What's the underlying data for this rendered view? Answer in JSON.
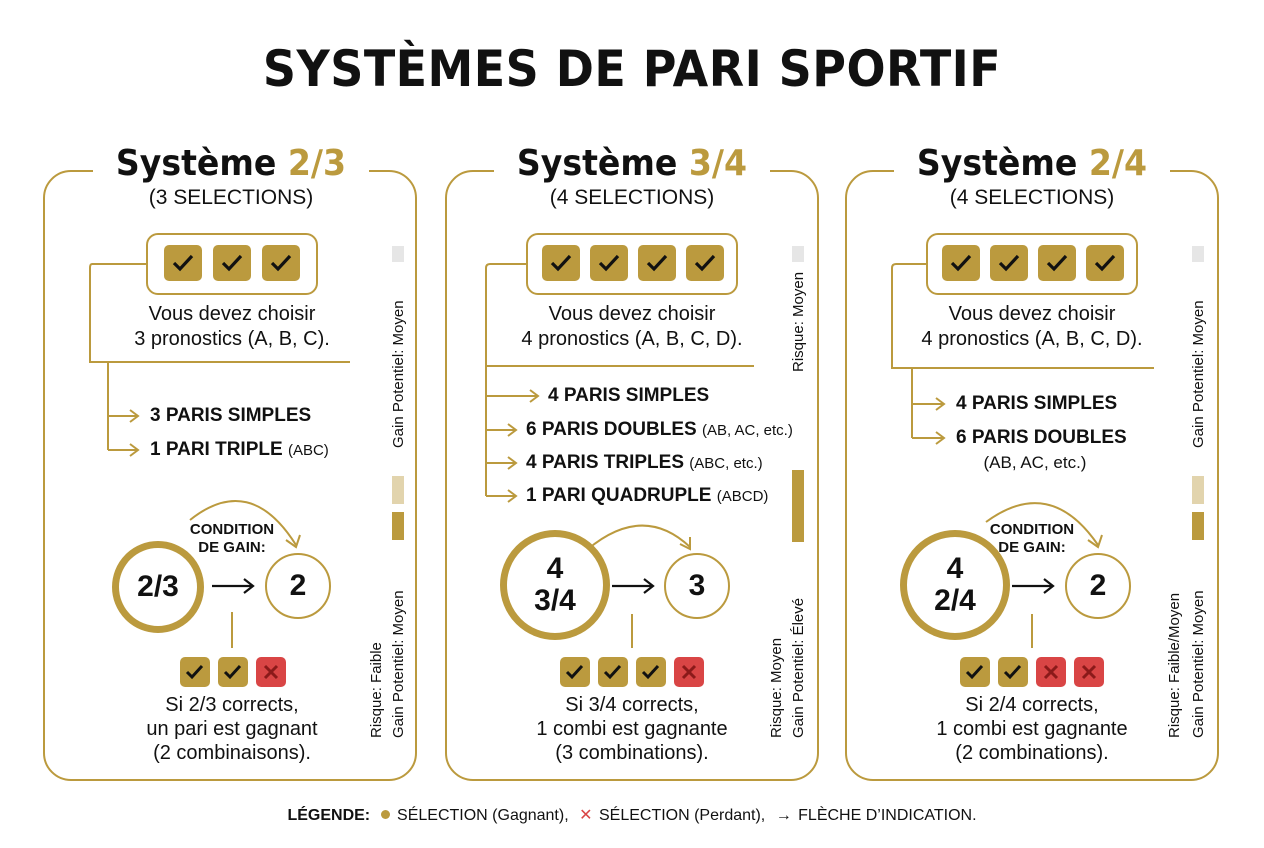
{
  "title": "SYSTÈMES DE PARI SPORTIF",
  "panels": [
    {
      "title_prefix": "Système",
      "title_fraction": "2/3",
      "subtitle": "(3 SELECTIONS)",
      "instruction_1": "Vous devez choisir",
      "instruction_2": "3 pronostics (A, B, C).",
      "bets": [
        {
          "bold": "3 PARIS SIMPLES",
          "note": ""
        },
        {
          "bold": "1 PARI TRIPLE",
          "note": "(ABC)"
        }
      ],
      "condition_1": "CONDITION",
      "condition_2": "DE GAIN:",
      "big_circle_top": "",
      "big_circle_bottom": "2/3",
      "small_circle": "2",
      "result_1": "Si 2/3 corrects,",
      "result_2": "un pari est gagnant",
      "result_3": "(2 combinaisons).",
      "side_top": "Gain Potentiel: Moyen",
      "side_bottom_1": "Risque: Faible",
      "side_bottom_2": "Gain Potentiel: Moyen"
    },
    {
      "title_prefix": "Système",
      "title_fraction": "3/4",
      "subtitle": "(4 SELECTIONS)",
      "instruction_1": "Vous devez choisir",
      "instruction_2": "4 pronostics (A, B, C, D).",
      "bets": [
        {
          "bold": "4 PARIS SIMPLES",
          "note": ""
        },
        {
          "bold": "6 PARIS DOUBLES",
          "note": "(AB, AC, etc.)"
        },
        {
          "bold": "4 PARIS TRIPLES",
          "note": "(ABC, etc.)"
        },
        {
          "bold": "1 PARI QUADRUPLE",
          "note": "(ABCD)"
        }
      ],
      "big_circle_top": "4",
      "big_circle_bottom": "3/4",
      "small_circle": "3",
      "result_1": "Si 3/4 corrects,",
      "result_2": "1 combi est gagnante",
      "result_3": "(3 combinations).",
      "side_top": "Risque: Moyen",
      "side_bottom_1": "Risque: Moyen",
      "side_bottom_2": "Gain Potentiel: Élevé"
    },
    {
      "title_prefix": "Système",
      "title_fraction": "2/4",
      "subtitle": "(4 SELECTIONS)",
      "instruction_1": "Vous devez choisir",
      "instruction_2": "4 pronostics (A, B, C, D).",
      "bets": [
        {
          "bold": "4 PARIS SIMPLES",
          "note": ""
        },
        {
          "bold": "6 PARIS DOUBLES",
          "note": ""
        }
      ],
      "bet_extra": "(AB, AC, etc.)",
      "condition_1": "CONDITION",
      "condition_2": "DE GAIN:",
      "big_circle_top": "4",
      "big_circle_bottom": "2/4",
      "small_circle": "2",
      "result_1": "Si 2/4 corrects,",
      "result_2": "1 combi est gagnante",
      "result_3": "(2 combinations).",
      "side_top": "Gain Potentiel: Moyen",
      "side_bottom_1": "Risque: Faible/Moyen",
      "side_bottom_2": "Gain Potentiel: Moyen"
    }
  ],
  "legend": {
    "label": "LÉGENDE:",
    "win": "SÉLECTION (Gagnant),",
    "lose": "SÉLECTION (Perdant),",
    "arrow": "FLÈCHE D’INDICATION."
  },
  "colors": {
    "gold": "#bb9a3e",
    "red": "#d94545",
    "light_gold": "#e2d4ad",
    "grey": "#e6e6e6"
  }
}
